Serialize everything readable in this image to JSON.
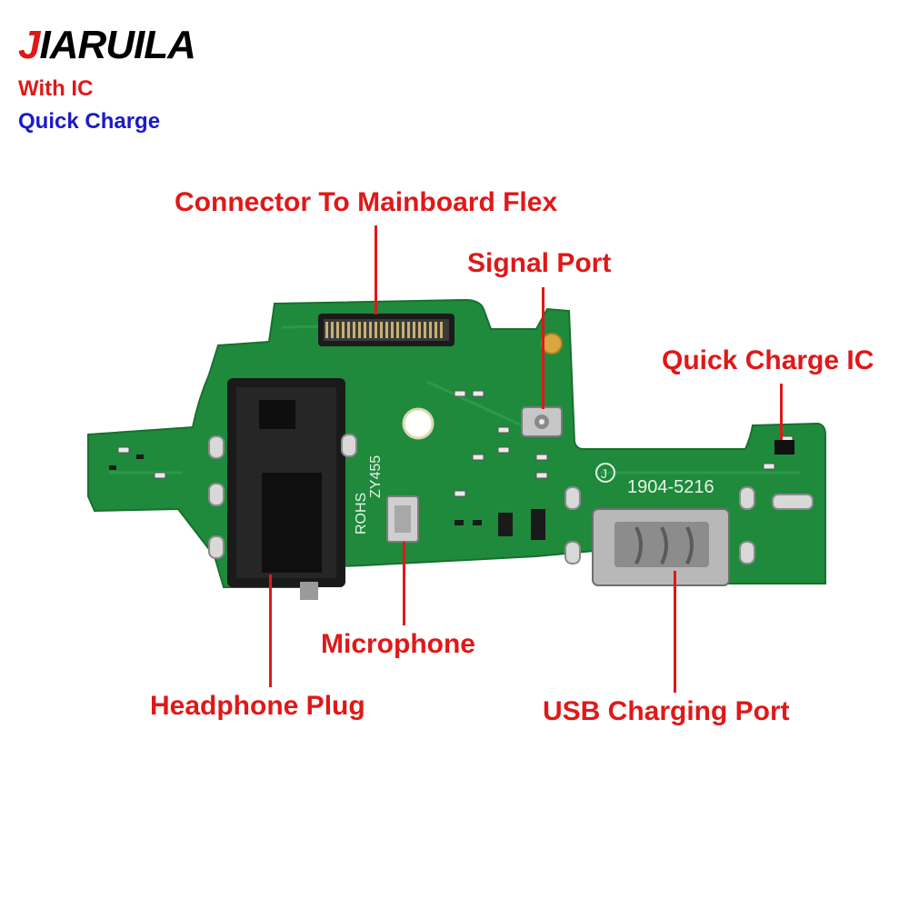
{
  "brand": {
    "first_letter": "J",
    "rest": "IARUILA"
  },
  "subtitle_1": "With IC",
  "subtitle_2": "Quick Charge",
  "labels": {
    "connector": "Connector To Mainboard Flex",
    "signal_port": "Signal Port",
    "quick_charge_ic": "Quick Charge IC",
    "microphone": "Microphone",
    "headphone_plug": "Headphone Plug",
    "usb_port": "USB Charging Port"
  },
  "board_print": {
    "rohs": "ROHS",
    "model": "ZY455",
    "code": "1904-5216",
    "mark": "J"
  },
  "colors": {
    "label_red": "#e01818",
    "subtitle_blue": "#1a1ac8",
    "pcb_green": "#1f8a3c"
  }
}
